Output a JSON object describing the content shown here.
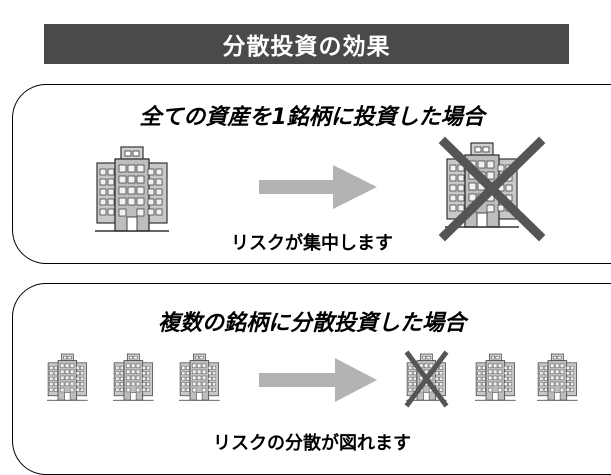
{
  "title": "分散投資の効果",
  "case1": {
    "heading": "全ての資産を1銘柄に投資した場合",
    "caption": "リスクが集中します"
  },
  "case2": {
    "heading": "複数の銘柄に分散投資した場合",
    "caption": "リスクの分散が図れます"
  },
  "colors": {
    "title_bg": "#4a4a4a",
    "arrow": "#b3b3b3",
    "cross": "#555555",
    "building": "#c8c8c8"
  }
}
